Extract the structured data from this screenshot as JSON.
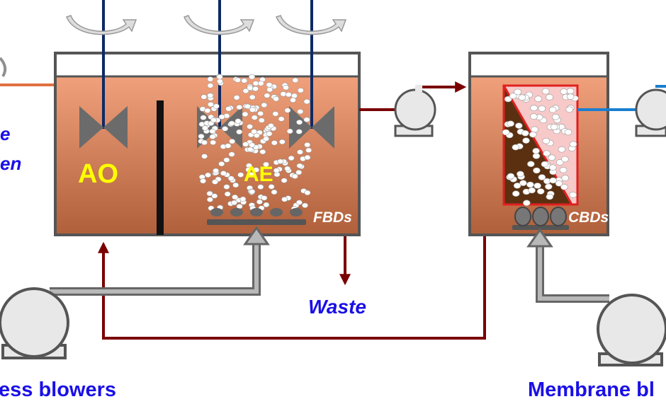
{
  "labels": {
    "ao": "AO",
    "ae": "AE",
    "fbds": "FBDs",
    "cbds": "CBDs",
    "waste": "Waste",
    "influent_partial_1": "e",
    "influent_partial_2": "en",
    "process_blowers": "ess blowers",
    "membrane_blowers": "Membrane bl"
  },
  "colors": {
    "sludge": "#c97a55",
    "recycle_line": "#7a0000",
    "air_line": "#808080",
    "text_blue": "#1a10e6",
    "text_yellow": "#ffff00",
    "shaft": "#0d2a66",
    "membrane_cake": "#5a3010",
    "membrane_permeate": "#f7c9c9",
    "membrane_frame": "#e02020",
    "influent_line": "#e07040",
    "permeate_line": "#1a7fd0"
  },
  "icons": [
    "pump-icon",
    "mixer-icon",
    "curved-arrow-icon",
    "diffuser-icon",
    "membrane-module-icon"
  ]
}
